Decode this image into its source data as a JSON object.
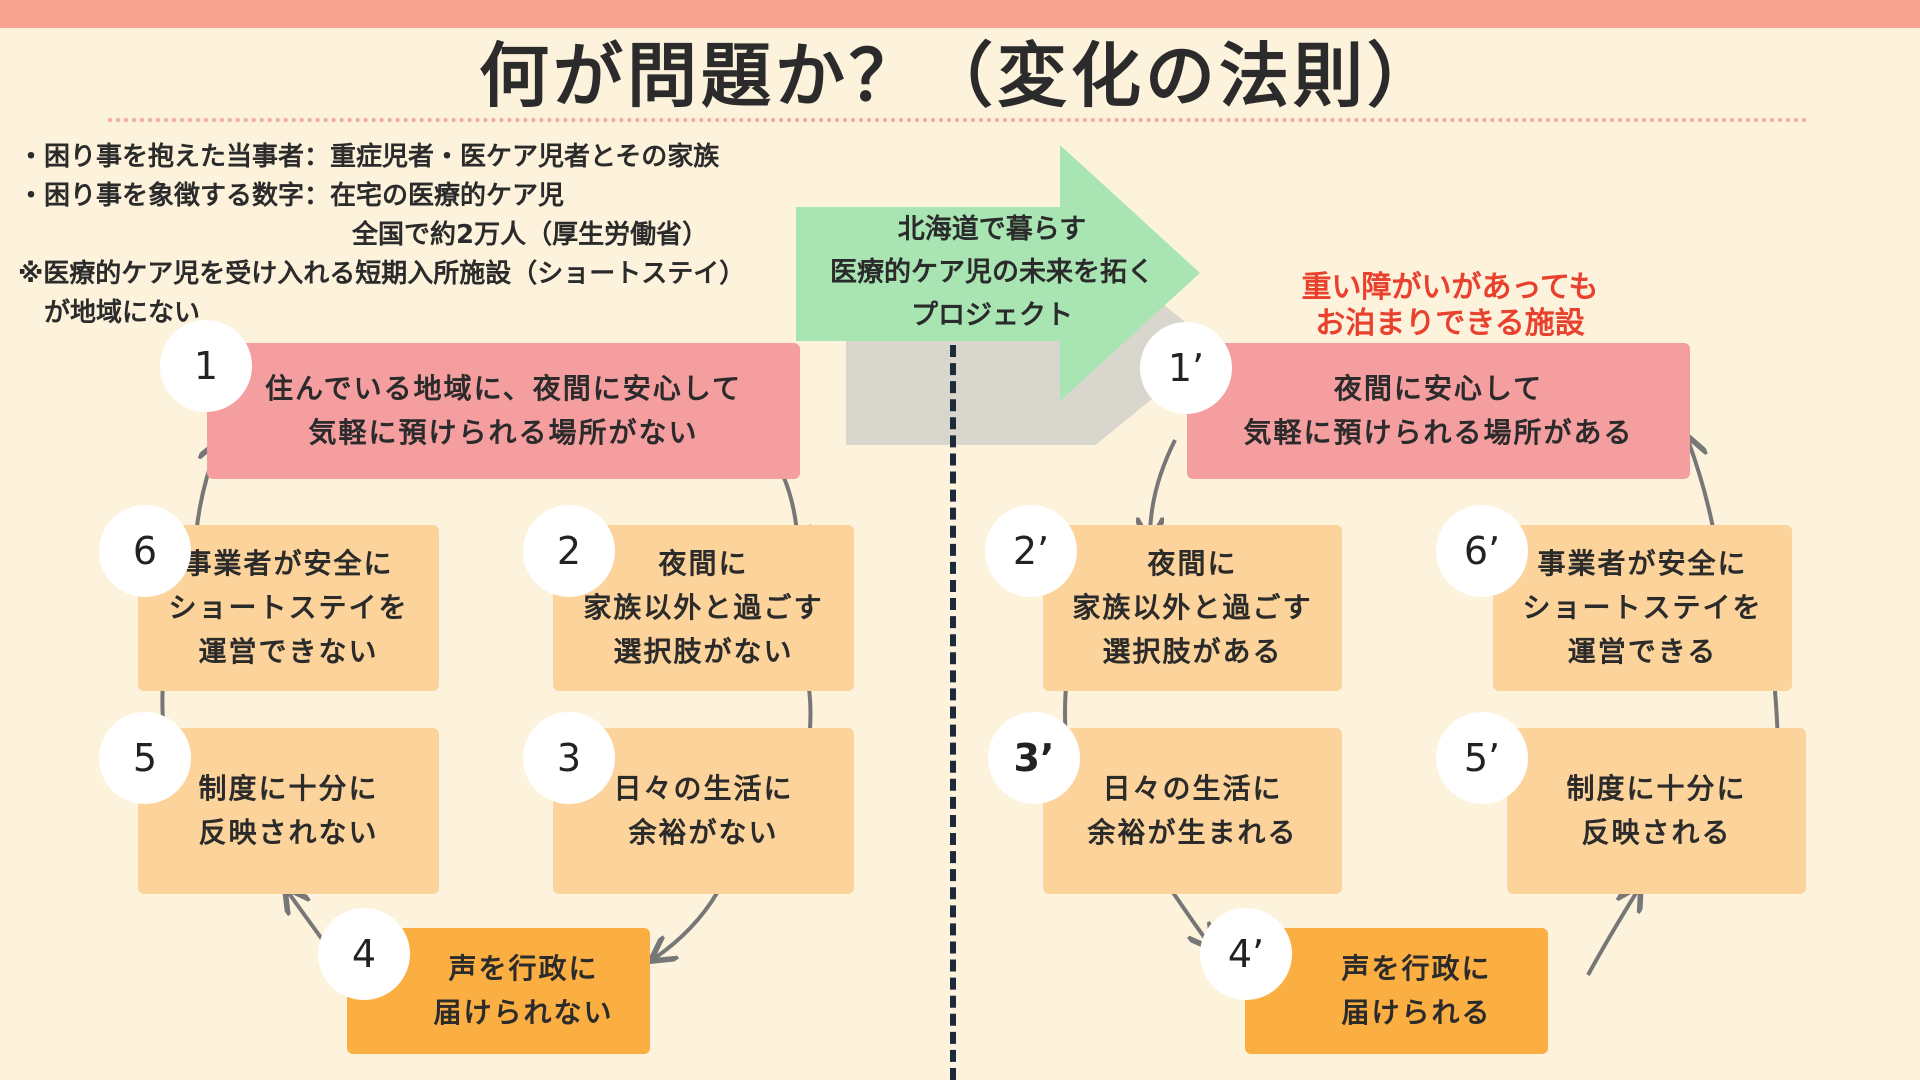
{
  "title": "何が問題か？（変化の法則）",
  "notes": {
    "line1": "・困り事を抱えた当事者：重症児者・医ケア児者とその家族",
    "line2": "・困り事を象徴する数字：在宅の医療的ケア児",
    "line3": "全国で約2万人（厚生労働省）",
    "line4": "※医療的ケア児を受け入れる短期入所施設（ショートステイ）",
    "line5": "が地域にない"
  },
  "project_arrow": {
    "line1": "北海道で暮らす",
    "line2": "医療的ケア児の未来を拓く",
    "line3": "プロジェクト"
  },
  "solution_label": {
    "line1": "重い障がいがあっても",
    "line2": "お泊まりできる施設"
  },
  "colors": {
    "topbar": "#f9a393",
    "background": "#fdf3dc",
    "pink_box": "#f59ea0",
    "peach_box": "#fcd39a",
    "orange_box": "#fbae42",
    "arrow_green": "#a8e5b3",
    "red_text": "#e8412d"
  },
  "problem_cycle": {
    "n1": "1",
    "b1": [
      "住んでいる地域に、夜間に安心して",
      "気軽に預けられる場所がない"
    ],
    "n2": "2",
    "b2": [
      "夜間に",
      "家族以外と過ごす",
      "選択肢がない"
    ],
    "n3": "3",
    "b3": [
      "日々の生活に",
      "余裕がない"
    ],
    "n4": "4",
    "b4": [
      "声を行政に",
      "届けられない"
    ],
    "n5": "5",
    "b5": [
      "制度に十分に",
      "反映されない"
    ],
    "n6": "6",
    "b6": [
      "事業者が安全に",
      "ショートステイを",
      "運営できない"
    ]
  },
  "solution_cycle": {
    "n1": "1’",
    "b1": [
      "夜間に安心して",
      "気軽に預けられる場所がある"
    ],
    "n2": "2’",
    "b2": [
      "夜間に",
      "家族以外と過ごす",
      "選択肢がある"
    ],
    "n3": "3’",
    "b3": [
      "日々の生活に",
      "余裕が生まれる"
    ],
    "n4": "4’",
    "b4": [
      "声を行政に",
      "届けられる"
    ],
    "n5": "5’",
    "b5": [
      "制度に十分に",
      "反映される"
    ],
    "n6": "6’",
    "b6": [
      "事業者が安全に",
      "ショートステイを",
      "運営できる"
    ]
  }
}
